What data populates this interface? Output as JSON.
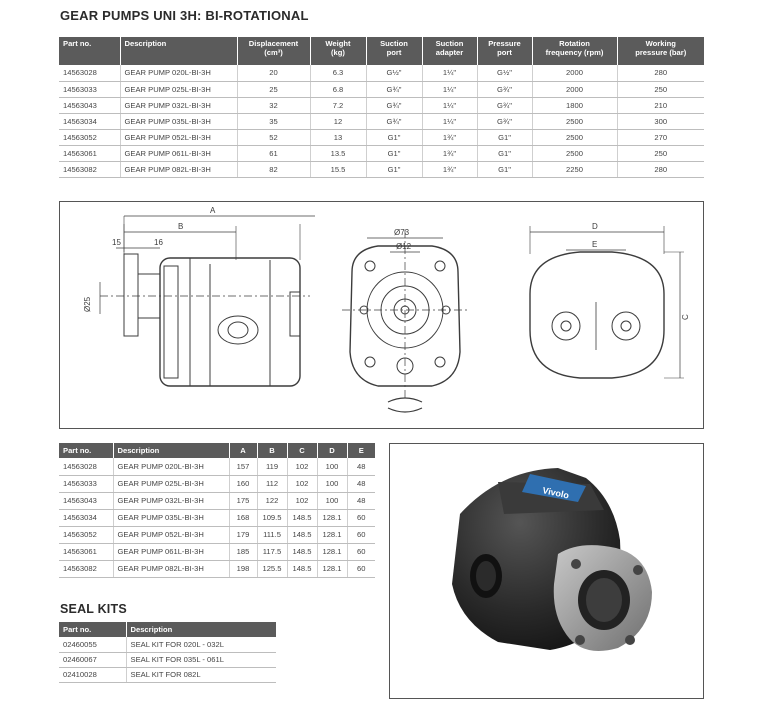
{
  "main_title": "GEAR PUMPS UNI 3H: BI-ROTATIONAL",
  "spec_table": {
    "headers": [
      "Part no.",
      "Description",
      "Displacement (cm3)",
      "Weight (kg)",
      "Suction port",
      "Suction adapter",
      "Pressure port",
      "Rotation frequency (rpm)",
      "Working pressure (bar)"
    ],
    "header_lines": [
      [
        "Part no."
      ],
      [
        "Description"
      ],
      [
        "Displacement",
        "(cm³)"
      ],
      [
        "Weight",
        "(kg)"
      ],
      [
        "Suction",
        "port"
      ],
      [
        "Suction",
        "adapter"
      ],
      [
        "Pressure",
        "port"
      ],
      [
        "Rotation",
        "frequency (rpm)"
      ],
      [
        "Working",
        "pressure (bar)"
      ]
    ],
    "rows": [
      [
        "14563028",
        "GEAR PUMP 020L-BI-3H",
        "20",
        "6.3",
        "G½\"",
        "1¼\"",
        "G½\"",
        "2000",
        "280"
      ],
      [
        "14563033",
        "GEAR PUMP 025L-BI-3H",
        "25",
        "6.8",
        "G¾\"",
        "1¼\"",
        "G¾\"",
        "2000",
        "250"
      ],
      [
        "14563043",
        "GEAR PUMP 032L-BI-3H",
        "32",
        "7.2",
        "G¾\"",
        "1¼\"",
        "G¾\"",
        "1800",
        "210"
      ],
      [
        "14563034",
        "GEAR PUMP 035L-BI-3H",
        "35",
        "12",
        "G¾\"",
        "1¼\"",
        "G¾\"",
        "2500",
        "300"
      ],
      [
        "14563052",
        "GEAR PUMP 052L-BI-3H",
        "52",
        "13",
        "G1\"",
        "1¾\"",
        "G1\"",
        "2500",
        "270"
      ],
      [
        "14563061",
        "GEAR PUMP 061L-BI-3H",
        "61",
        "13.5",
        "G1\"",
        "1¾\"",
        "G1\"",
        "2500",
        "250"
      ],
      [
        "14563082",
        "GEAR PUMP 082L-BI-3H",
        "82",
        "15.5",
        "G1\"",
        "1¾\"",
        "G1\"",
        "2250",
        "280"
      ]
    ]
  },
  "drawing": {
    "labels": {
      "a": "A",
      "b": "B",
      "c": "C",
      "d": "D",
      "e": "E",
      "d15": "15",
      "d16": "16",
      "dia25": "Ø25",
      "dia73": "Ø73",
      "dia12": "Ø12"
    },
    "color": "#3c3c3c"
  },
  "dim_table": {
    "headers": [
      "Part no.",
      "Description",
      "A",
      "B",
      "C",
      "D",
      "E"
    ],
    "rows": [
      [
        "14563028",
        "GEAR PUMP 020L-BI-3H",
        "157",
        "119",
        "102",
        "100",
        "48"
      ],
      [
        "14563033",
        "GEAR PUMP 025L-BI-3H",
        "160",
        "112",
        "102",
        "100",
        "48"
      ],
      [
        "14563043",
        "GEAR PUMP 032L-BI-3H",
        "175",
        "122",
        "102",
        "100",
        "48"
      ],
      [
        "14563034",
        "GEAR PUMP 035L-BI-3H",
        "168",
        "109.5",
        "148.5",
        "128.1",
        "60"
      ],
      [
        "14563052",
        "GEAR PUMP 052L-BI-3H",
        "179",
        "111.5",
        "148.5",
        "128.1",
        "60"
      ],
      [
        "14563061",
        "GEAR PUMP 061L-BI-3H",
        "185",
        "117.5",
        "148.5",
        "128.1",
        "60"
      ],
      [
        "14563082",
        "GEAR PUMP 082L-BI-3H",
        "198",
        "125.5",
        "148.5",
        "128.1",
        "60"
      ]
    ]
  },
  "seal_title": "SEAL KITS",
  "seal_table": {
    "headers": [
      "Part no.",
      "Description"
    ],
    "rows": [
      [
        "02460055",
        "SEAL KIT FOR 020L - 032L"
      ],
      [
        "02460067",
        "SEAL KIT FOR 035L - 061L"
      ],
      [
        "02410028",
        "SEAL KIT FOR 082L"
      ]
    ]
  },
  "photo": {
    "brand_label": "Vivolo",
    "body_color": "#2a2a2a",
    "flange_color": "#8e8e8e",
    "label_color": "#2f6fb0"
  },
  "colors": {
    "header_bg": "#5b5b5b",
    "header_text": "#ffffff",
    "row_border": "#bdbdbd"
  }
}
